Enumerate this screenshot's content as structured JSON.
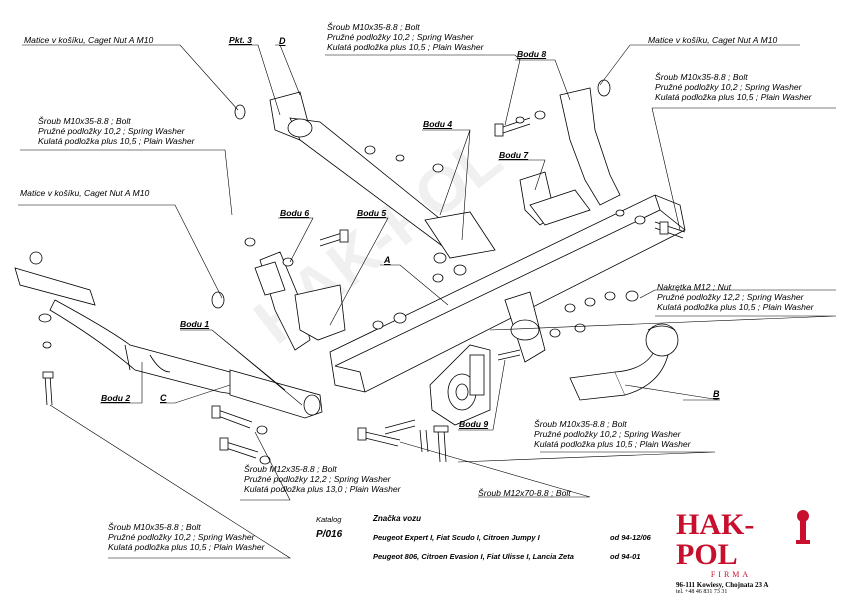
{
  "labels": {
    "nut_top_left": "Matice v košíku, Caget Nut A M10",
    "pkt3": "Pkt. 3",
    "d": "D",
    "bolt_top": [
      "Šroub M10x35-8.8  ; Bolt",
      "Pružné podložky  10,2 ; Spring Washer",
      "Kulatá podložka plus 10,5 ; Plain Washer"
    ],
    "bodu8": "Bodu 8",
    "nut_top_right": "Matice v košíku, Caget Nut A M10",
    "bolt_right": [
      "Šroub M10x35-8.8  ; Bolt",
      "Pružné podložky  10,2 ; Spring Washer",
      "Kulatá podložka plus 10,5 ; Plain Washer"
    ],
    "bolt_left": [
      "Šroub M10x35-8.8  ; Bolt",
      "Pružné podložky  10,2 ; Spring Washer",
      "Kulatá podložka plus 10,5 ; Plain Washer"
    ],
    "bodu4": "Bodu 4",
    "bodu7": "Bodu 7",
    "nut_mid_left": "Matice v košíku, Caget Nut A M10",
    "bodu6": "Bodu 6",
    "bodu5": "Bodu 5",
    "a": "A",
    "nut_m12": [
      "Nakrętka  M12 ; Nut",
      "Pružné podložky  12,2 ; Spring Washer",
      "Kulatá podložka plus 10,5 ; Plain Washer"
    ],
    "bodu1": "Bodu 1",
    "bodu2": "Bodu 2",
    "c": "C",
    "b": "B",
    "bodu9": "Bodu 9",
    "bolt_bottom_right": [
      "Šroub M10x35-8.8  ; Bolt",
      "Pružné podložky  10,2 ; Spring Washer",
      "Kulatá podložka plus 10,5 ; Plain Washer"
    ],
    "bolt_m12x35": [
      "Šroub M12x35-8.8  ;  Bolt",
      "Pružné podložky  12,2 ; Spring Washer",
      "Kulatá podložka plus 13,0 ; Plain Washer"
    ],
    "bolt_m12x70": "Šroub M12x70-8.8  ;  Bolt",
    "bolt_bottom_left": [
      "Šroub M10x35-8.8  ;  Bolt",
      "Pružné podložky  10,2 ; Spring Washer",
      "Kulatá podložka plus 10,5 ; Plain Washer"
    ]
  },
  "catalog": {
    "katalog_label": "Katalog",
    "znacka_label": "Značka vozu",
    "catalog_number": "P/016",
    "vehicles": [
      {
        "name": "Peugeot Expert I, Fiat Scudo I, Citroen Jumpy I",
        "years": "od 94-12/06"
      },
      {
        "name": "Peugeot 806, Citroen Evasion I, Fiat Ulisse I, Lancia Zeta",
        "years": "od  94-01"
      }
    ]
  },
  "logo": {
    "name": "HAK-POL",
    "firm": "FIRMA",
    "address": "96-111 Kowiesy, Chojnata 23 A",
    "tel": "tel. +48 46 831 73 31"
  },
  "colors": {
    "brand": "#c8102e",
    "line": "#000000"
  }
}
